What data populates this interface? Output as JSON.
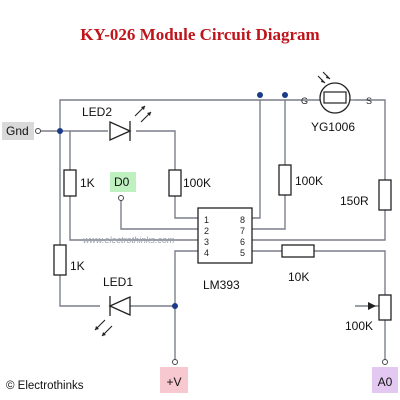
{
  "title": "KY-026 Module Circuit Diagram",
  "watermark": "www.electrothinks.com",
  "copyright": "© Electrothinks",
  "terminals": {
    "gnd": {
      "label": "Gnd",
      "color": "#d9d9d9"
    },
    "d0": {
      "label": "D0",
      "color": "#bff0c0"
    },
    "vplus": {
      "label": "+V",
      "color": "#f7c8d0"
    },
    "a0": {
      "label": "A0",
      "color": "#e3c9f2"
    }
  },
  "components": {
    "led2": "LED2",
    "led1": "LED1",
    "r_1k_top": "1K",
    "r_100k_left": "100K",
    "r_100k_mid": "100K",
    "r_150r": "150R",
    "r_1k_bottom": "1K",
    "r_10k": "10K",
    "pot_100k": "100K",
    "ic": "LM393",
    "sensor": "YG1006",
    "sensor_g": "G",
    "sensor_s": "S"
  },
  "ic_pins": [
    "1",
    "2",
    "3",
    "4",
    "8",
    "7",
    "6",
    "5"
  ],
  "colors": {
    "title": "#c0141b",
    "junction": "#1a3a8a",
    "wire": "#7a7f8a"
  }
}
